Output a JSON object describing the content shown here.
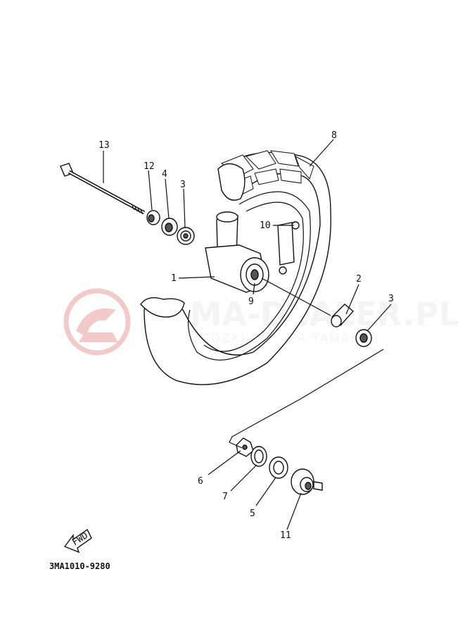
{
  "watermark": {
    "main_text": "YAMA-DEALER.PL",
    "sub_text": "WOJEWÓDZKI DEALER YAMAHA",
    "logo_icon": "yamaha-dealer-logo-icon",
    "color": "#e8a0a0"
  },
  "callouts": [
    {
      "id": "13",
      "text": "13"
    },
    {
      "id": "12",
      "text": "12"
    },
    {
      "id": "4a",
      "text": "4"
    },
    {
      "id": "3a",
      "text": "3"
    },
    {
      "id": "8",
      "text": "8"
    },
    {
      "id": "10",
      "text": "10"
    },
    {
      "id": "1",
      "text": "1"
    },
    {
      "id": "9",
      "text": "9"
    },
    {
      "id": "2",
      "text": "2"
    },
    {
      "id": "3b",
      "text": "3"
    },
    {
      "id": "6",
      "text": "6"
    },
    {
      "id": "7",
      "text": "7"
    },
    {
      "id": "5",
      "text": "5"
    },
    {
      "id": "11",
      "text": "11"
    }
  ],
  "fwd_label": "FWD",
  "diagram_code": "3MA1010-9280"
}
